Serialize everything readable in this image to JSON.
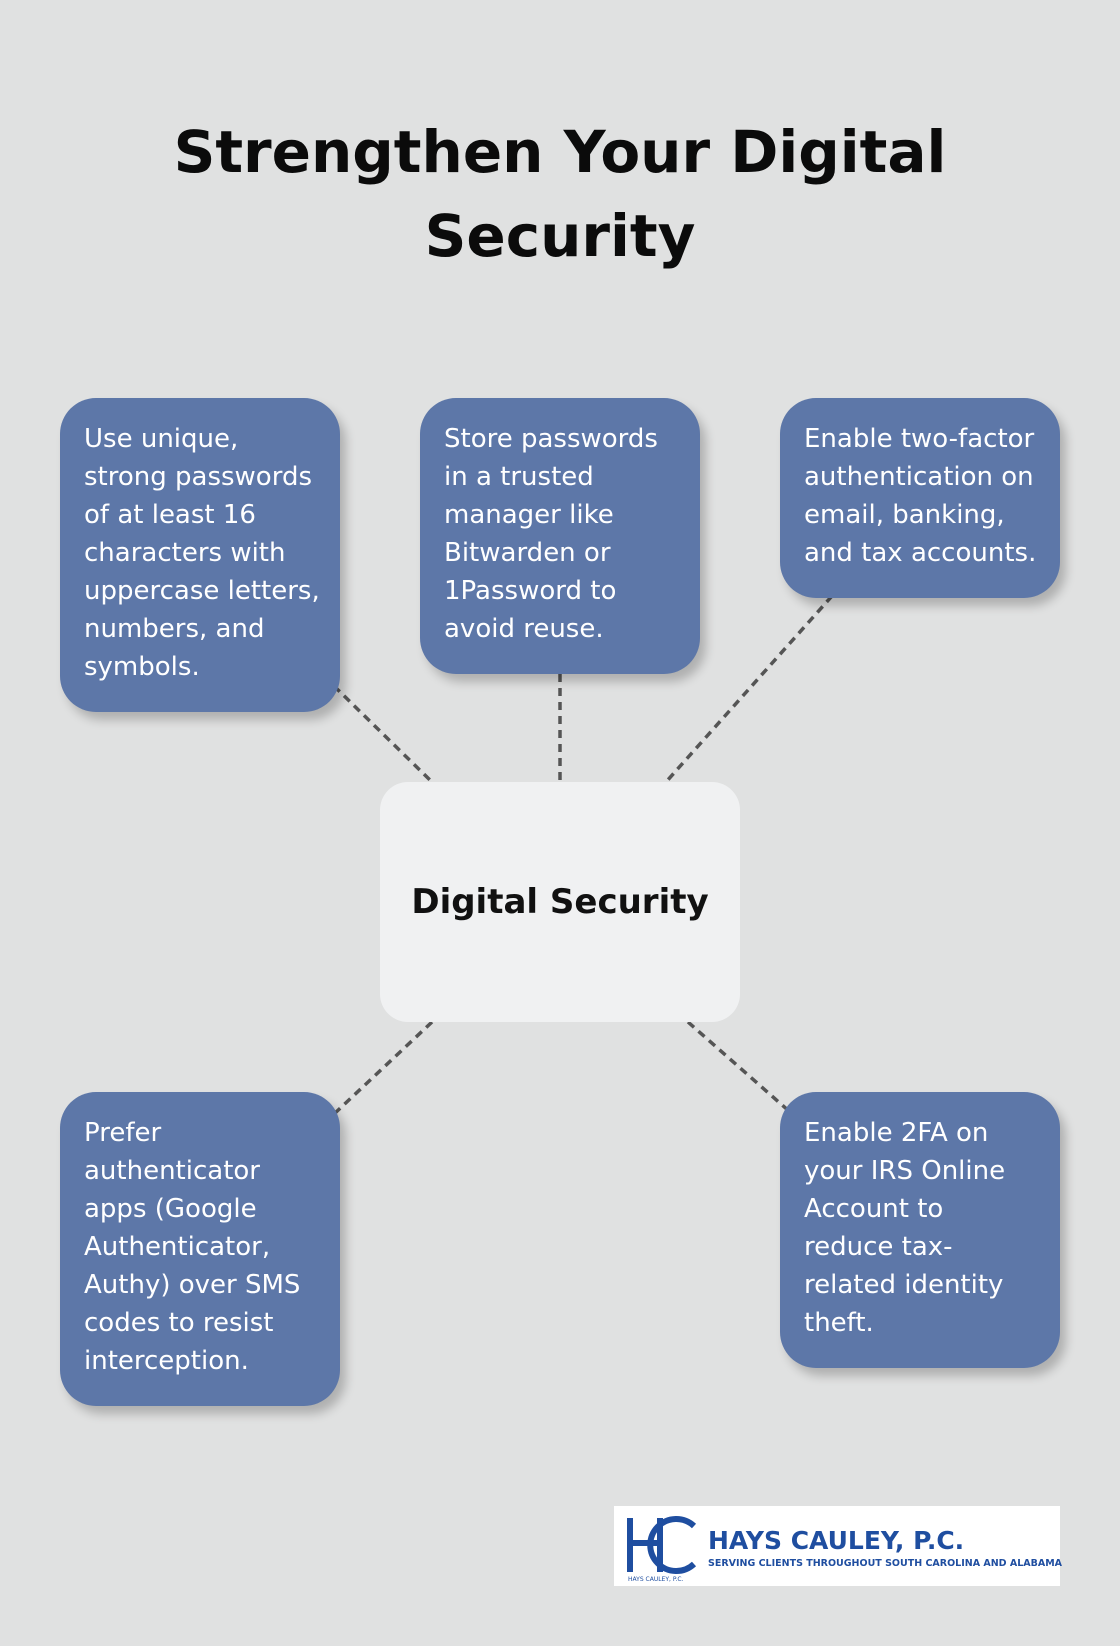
{
  "title": {
    "line1": "Strengthen Your Digital",
    "line2": "Security"
  },
  "center": {
    "label": "Digital Security"
  },
  "cards": [
    {
      "text": "Use unique, strong passwords of at least 16 characters with uppercase letters, numbers, and symbols."
    },
    {
      "text": "Store passwords in a trusted manager like Bitwarden or 1Password to avoid reuse."
    },
    {
      "text": "Enable two-factor authentication on email, banking, and tax accounts."
    },
    {
      "text": "Prefer authenticator apps (Google Authenticator, Authy) over SMS codes to resist interception."
    },
    {
      "text": "Enable 2FA on your IRS Online Account to reduce tax-related identity theft."
    }
  ],
  "logo": {
    "name": "HAYS CAULEY, P.C.",
    "tagline": "SERVING CLIENTS THROUGHOUT SOUTH CAROLINA AND ALABAMA",
    "small_text": "HAYS CAULEY, P.C."
  },
  "colors": {
    "background": "#e0e1e1",
    "card": "#5d77a8",
    "center_node": "#f0f1f2",
    "connector": "#555555",
    "logo_blue": "#1f4ea0"
  }
}
